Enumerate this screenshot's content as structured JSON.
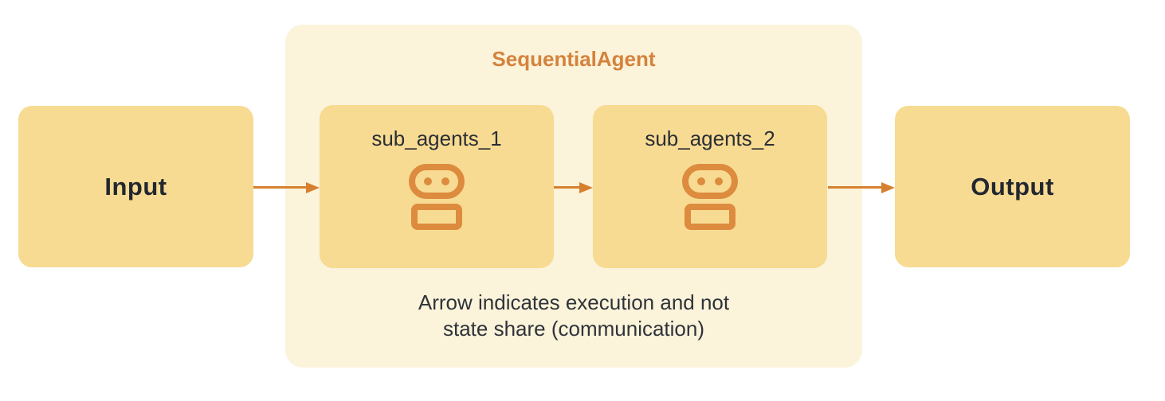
{
  "diagram": {
    "container_title": "SequentialAgent",
    "caption_line1": "Arrow indicates execution and not",
    "caption_line2": "state share (communication)",
    "nodes": {
      "input": {
        "label": "Input"
      },
      "sub1": {
        "label": "sub_agents_1",
        "icon": "robot-icon"
      },
      "sub2": {
        "label": "sub_agents_2",
        "icon": "robot-icon"
      },
      "output": {
        "label": "Output"
      }
    },
    "arrows": [
      {
        "from": "Input",
        "to": "sub_agents_1"
      },
      {
        "from": "sub_agents_1",
        "to": "sub_agents_2"
      },
      {
        "from": "sub_agents_2",
        "to": "Output"
      }
    ],
    "colors": {
      "canvas_bg": "#FFFFFF",
      "container_fill": "#FBF3DA",
      "node_fill": "#F7DB92",
      "title_orange": "#D5823C",
      "arrow_orange": "#D6802F",
      "icon_orange": "#DD8B3E",
      "endpoint_text": "#23272F",
      "label_text": "#2A2E35",
      "caption_text": "#2F333A"
    }
  }
}
